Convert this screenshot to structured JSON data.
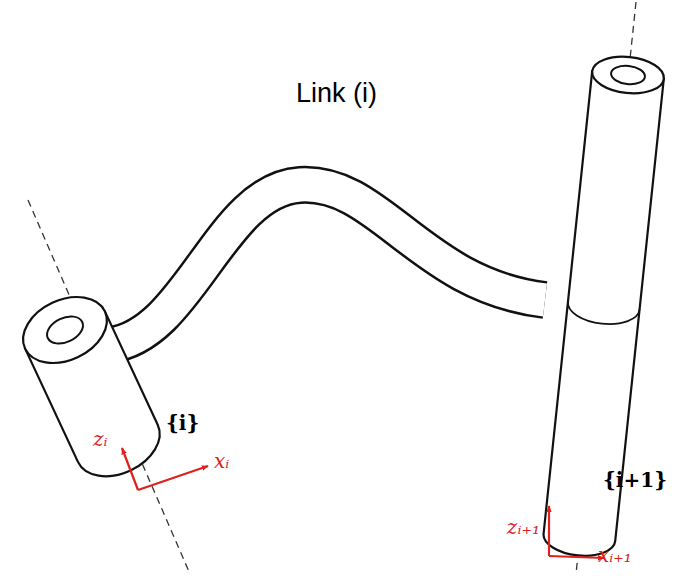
{
  "diagram": {
    "labels": [
      "Link (i)",
      "{i}",
      "{i+1}",
      "zᵢ",
      "xᵢ",
      "zᵢ₊₁",
      "xᵢ₊₁"
    ]
  }
}
